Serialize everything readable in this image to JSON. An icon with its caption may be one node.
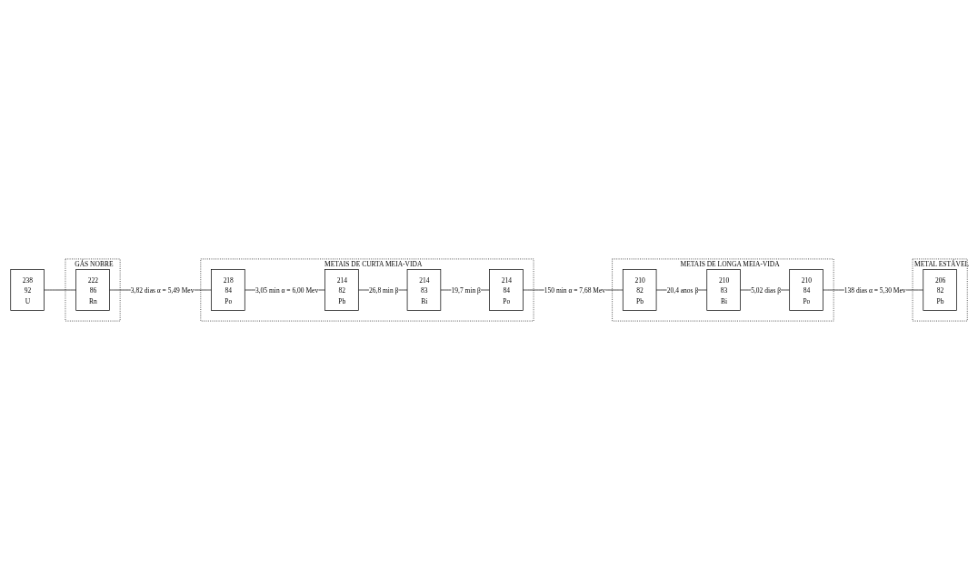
{
  "diagram": {
    "nodes": [
      {
        "text": [
          "238",
          "92",
          "U"
        ]
      },
      {
        "text": [
          "GÁS NOBRE"
        ]
      },
      {
        "text": [
          "222",
          "86",
          "Rn"
        ],
        "in": 1
      },
      {
        "text": [
          "METAIS DE CURTA MEIA-VIDA"
        ]
      },
      {
        "text": [
          "218",
          "84",
          "Po"
        ],
        "in": 3
      },
      {
        "text": [
          "214",
          "82",
          "Pb"
        ],
        "in": 3
      },
      {
        "text": [
          "214",
          "83",
          "Bi"
        ],
        "in": 3
      },
      {
        "text": [
          "214",
          "84",
          "Po"
        ],
        "in": 3
      },
      {
        "text": [
          "METAIS DE LONGA MEIA-VIDA"
        ]
      },
      {
        "text": [
          "210",
          "82",
          "Pb"
        ],
        "in": 8
      },
      {
        "text": [
          "210",
          "83",
          "Bi"
        ],
        "in": 8
      },
      {
        "text": [
          "210",
          "84",
          "Po"
        ],
        "in": 8
      },
      {
        "text": [
          "METAL ESTÁVEL"
        ]
      },
      {
        "text": [
          "206",
          "82",
          "Pb"
        ],
        "in": 12
      }
    ],
    "edges": [
      {
        "from": 0,
        "to": 2,
        "arrow": "none"
      },
      {
        "from": 2,
        "to": 4,
        "arrow": "none",
        "label": "3,82 dias α = 5,49 Mev"
      },
      {
        "from": 4,
        "to": 5,
        "arrow": "none",
        "label": "3,05 min α = 6,00 Mev"
      },
      {
        "from": 5,
        "to": 6,
        "arrow": "none",
        "label": "26,8 min β"
      },
      {
        "from": 6,
        "to": 7,
        "arrow": "none",
        "label": "19,7 min β"
      },
      {
        "from": 7,
        "to": 9,
        "arrow": "none",
        "label": "150 min α = 7,68 Mev"
      },
      {
        "from": 9,
        "to": 10,
        "arrow": "none",
        "label": "20,4 anos β"
      },
      {
        "from": 10,
        "to": 11,
        "arrow": "none",
        "label": "5,02 dias β"
      },
      {
        "from": 11,
        "to": 13,
        "arrow": "none",
        "label": "138 dias α = 5,30 Mev"
      }
    ]
  }
}
